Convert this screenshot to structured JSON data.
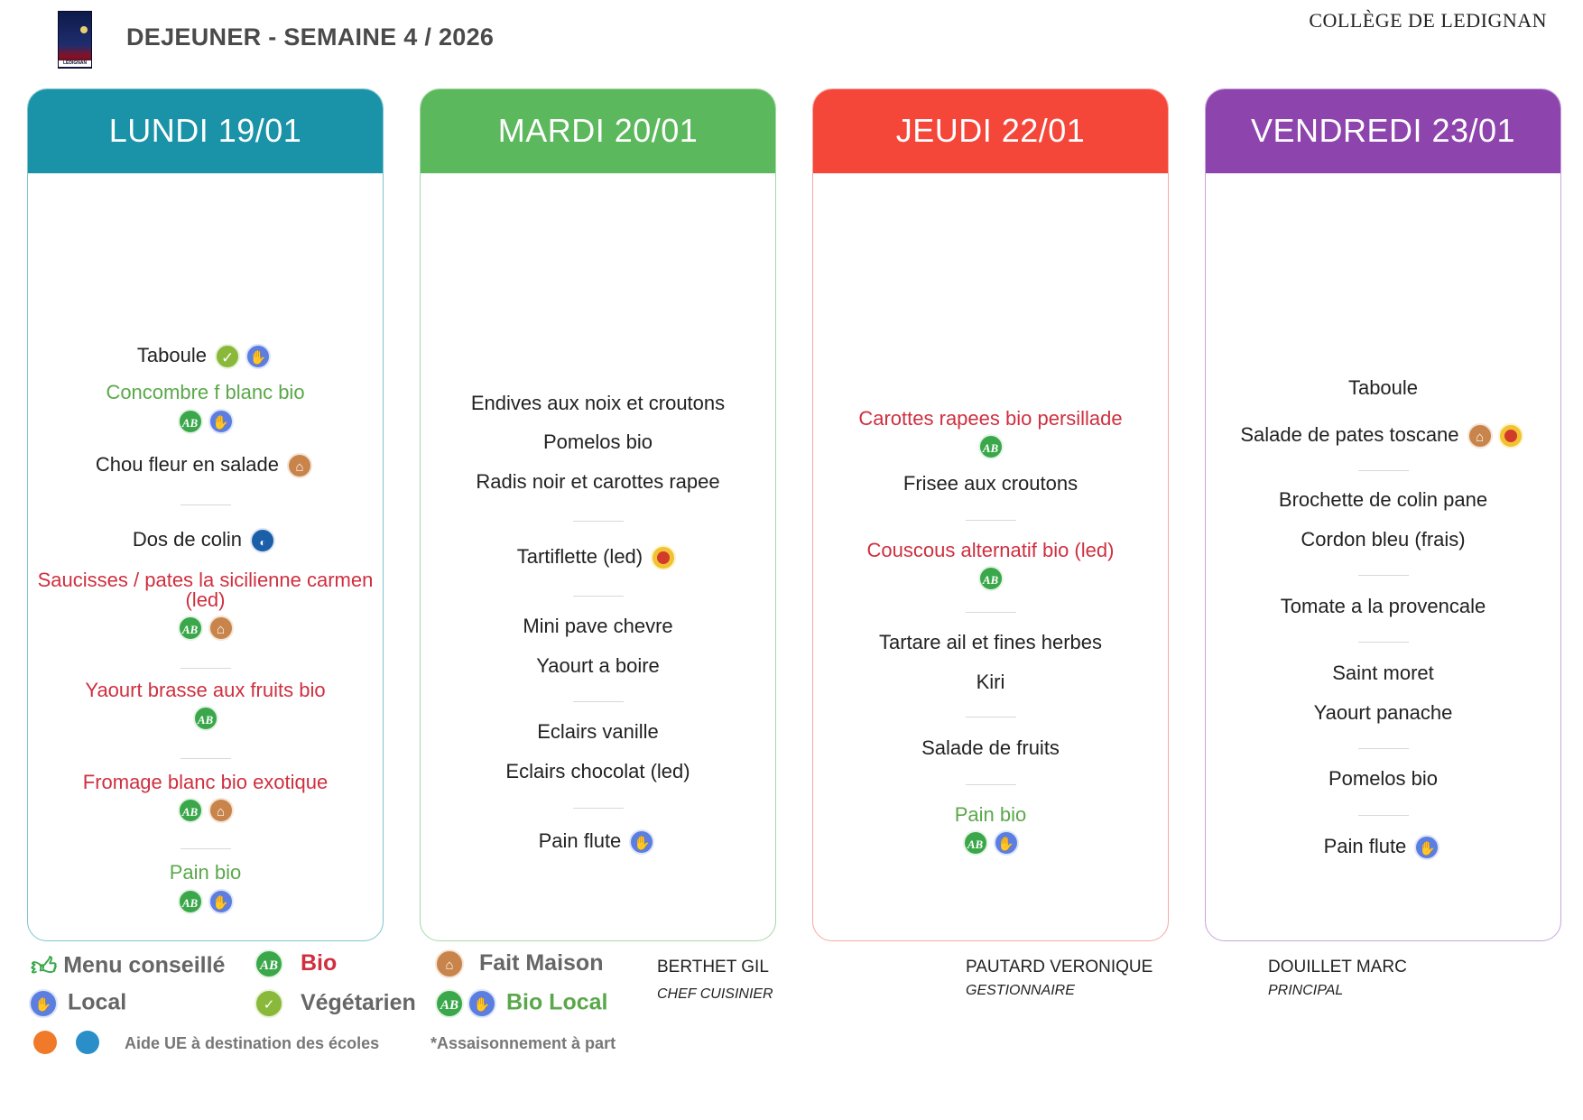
{
  "header": {
    "logo_text": "LEDIGNAN",
    "title": "DEJEUNER - SEMAINE 4 / 2026",
    "school": "COLLÈGE DE LEDIGNAN"
  },
  "colors": {
    "lundi": "#1a93a8",
    "mardi": "#5cb85c",
    "jeudi": "#f5463a",
    "vendredi": "#8e44ad",
    "bio_red": "#cf2f3f",
    "bio_green": "#5aa84a"
  },
  "days": [
    {
      "label": "LUNDI 19/01",
      "items": [
        "Taboule",
        "Concombre f blanc bio",
        "Chou fleur en salade",
        "Dos de colin",
        "Saucisses / pates la sicilienne carmen",
        "(led)",
        "Yaourt brasse aux fruits bio",
        "Fromage blanc bio exotique",
        "Pain bio"
      ]
    },
    {
      "label": "MARDI 20/01",
      "items": [
        "Endives aux noix et croutons",
        "Pomelos bio",
        "Radis noir et carottes rapee",
        "Tartiflette (led)",
        "Mini pave chevre",
        "Yaourt a boire",
        "Eclairs vanille",
        "Eclairs chocolat (led)",
        "Pain flute"
      ]
    },
    {
      "label": "JEUDI 22/01",
      "items": [
        "Carottes rapees bio persillade",
        "Frisee aux croutons",
        "Couscous alternatif bio (led)",
        "Tartare ail et fines herbes",
        "Kiri",
        "Salade de fruits",
        "Pain bio"
      ]
    },
    {
      "label": "VENDREDI 23/01",
      "items": [
        "Taboule",
        "Salade de pates toscane",
        "Brochette de colin pane",
        "Cordon bleu (frais)",
        "Tomate a la provencale",
        "Saint moret",
        "Yaourt panache",
        "Pomelos bio",
        "Pain flute"
      ]
    }
  ],
  "icons": {
    "bio": "ab-bio-icon",
    "local": "handshake-local-icon",
    "vegetarien": "leaf-icon",
    "fait_maison": "house-icon",
    "aop": "aop-label-icon",
    "msc": "msc-fish-icon",
    "menu_conseille": "thumbs-up-icon"
  },
  "legend": {
    "menu_conseille": "Menu conseillé",
    "bio": "Bio",
    "fait_maison": "Fait Maison",
    "local": "Local",
    "vegetarien": "Végétarien",
    "bio_local": "Bio Local",
    "aide_ue": "Aide UE à destination des écoles",
    "assaisonnement": "*Assaisonnement à part",
    "ab_glyph": "AB"
  },
  "signatures": [
    {
      "name": "BERTHET GIL",
      "role": "CHEF CUISINIER"
    },
    {
      "name": "PAUTARD VERONIQUE",
      "role": "GESTIONNAIRE"
    },
    {
      "name": "DOUILLET MARC",
      "role": "PRINCIPAL"
    }
  ]
}
